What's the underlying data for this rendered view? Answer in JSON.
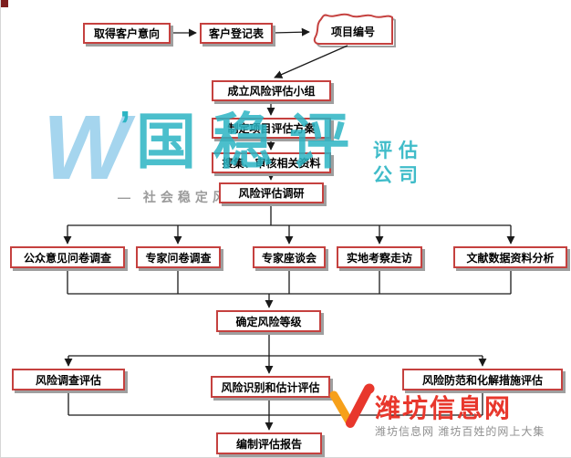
{
  "flowchart": {
    "nodes": {
      "obtain_intent": {
        "label": "取得客户意向"
      },
      "registration_form": {
        "label": "客户登记表"
      },
      "project_number": {
        "label": "项目编号"
      },
      "form_team": {
        "label": "成立风险评估小组"
      },
      "make_plan": {
        "label": "制定项目评估方案"
      },
      "collect_review": {
        "label": "搜集、审核相关资料"
      },
      "risk_research": {
        "label": "风险评估调研"
      },
      "public_survey": {
        "label": "公众意见问卷调查"
      },
      "expert_survey": {
        "label": "专家问卷调查"
      },
      "expert_forum": {
        "label": "专家座谈会"
      },
      "field_visit": {
        "label": "实地考察走访"
      },
      "literature_analysis": {
        "label": "文献数据资料分析"
      },
      "risk_level": {
        "label": "确定风险等级"
      },
      "risk_investigation": {
        "label": "风险调查评估"
      },
      "risk_identification": {
        "label": "风险识别和估计评估"
      },
      "risk_prevention": {
        "label": "风险防范和化解措施评估"
      },
      "report": {
        "label": "编制评估报告"
      }
    },
    "style": {
      "box_border_color": "#c5413f",
      "box_shadow_color": "#9f9f9f",
      "connector_color": "#1a1a1a"
    }
  },
  "watermark": {
    "w_glyph": "W",
    "tick": "’",
    "brand": "国稳评",
    "side_line1": "评估",
    "side_line2": "公司",
    "tagline": "— 社会稳定风险评估 —",
    "teal": "#2cb5c4",
    "light_blue": "#a5d5ee"
  },
  "footer_logo": {
    "site_name": "潍坊信息网",
    "tagline": "潍坊信息网 潍坊百姓的网上大集",
    "red": "#e8372c",
    "orange": "#f6a01a"
  }
}
